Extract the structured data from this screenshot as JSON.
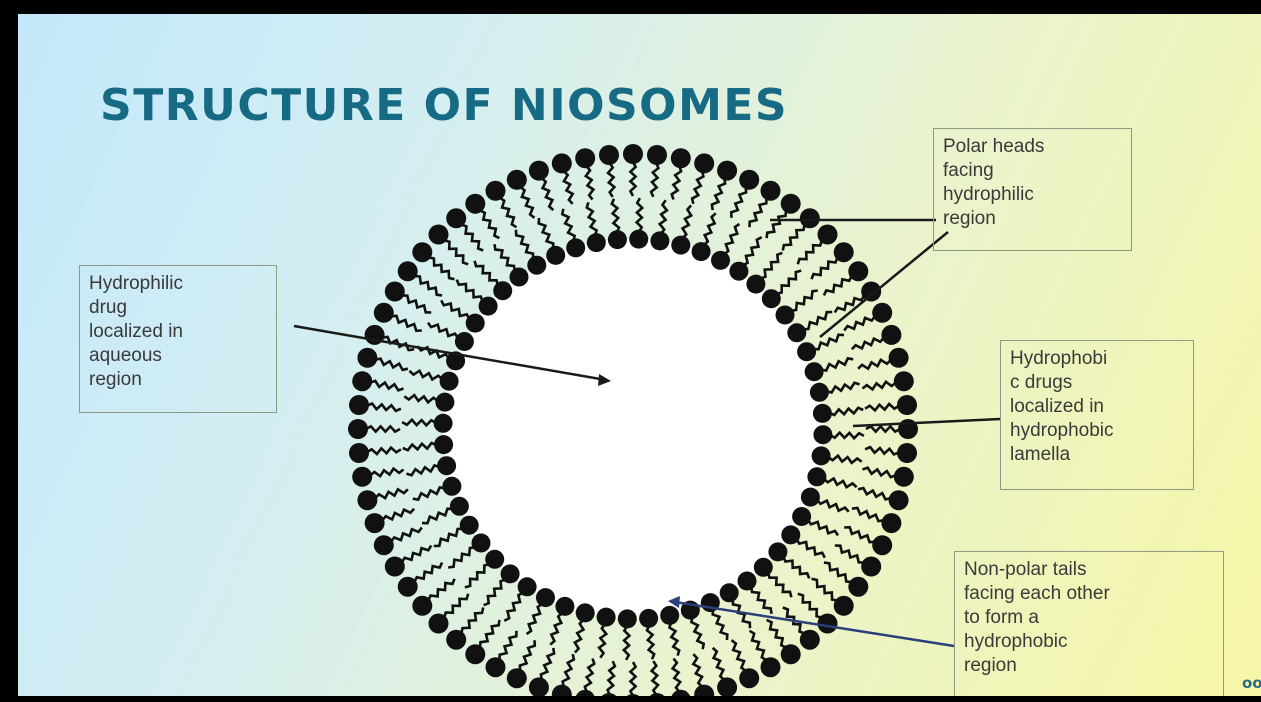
{
  "slide": {
    "title": "STRUCTURE OF NIOSOMES",
    "corner_mark": "oo"
  },
  "labels": {
    "polar_heads": [
      "Polar heads",
      "facing",
      "hydrophilic",
      "region"
    ],
    "hydrophilic_drug": [
      "Hydrophilic",
      "drug",
      "localized in",
      "aqueous",
      "region"
    ],
    "hydrophobic_drugs": [
      "Hydrophobi",
      "c drugs",
      "localized in",
      "hydrophobic",
      "lamella"
    ],
    "nonpolar_tails": [
      "Non-polar tails",
      "facing each other",
      "to form a",
      "hydrophobic",
      "region"
    ]
  },
  "colors": {
    "title": "#176a84",
    "bilayer": "#111111",
    "core": "#ffffff",
    "pointer": "#1a1a1a",
    "nonpolar_pointer": "#2b3f7a"
  }
}
